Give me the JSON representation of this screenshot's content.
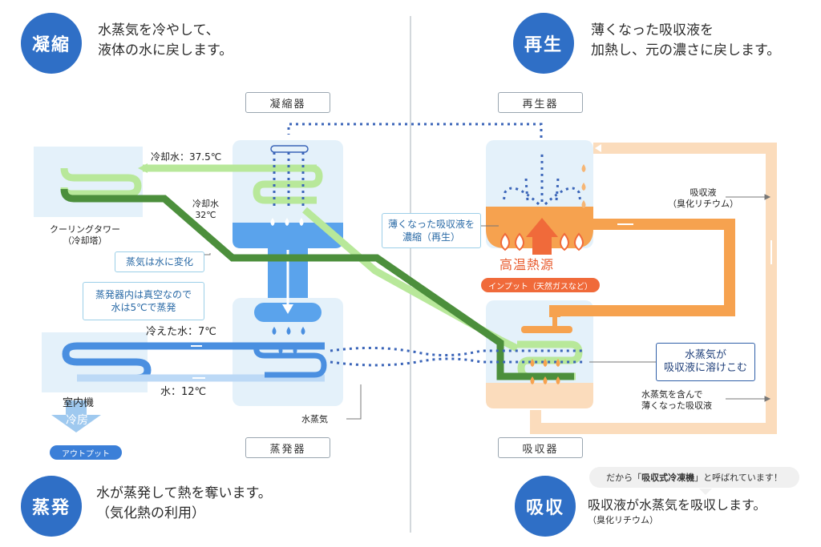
{
  "steps": {
    "condense": {
      "badge": "凝縮",
      "line1": "水蒸気を冷やして、",
      "line2": "液体の水に戻します。"
    },
    "regenerate": {
      "badge": "再生",
      "line1": "薄くなった吸収液を",
      "line2": "加熱し、元の濃さに戻します。"
    },
    "evaporate": {
      "badge": "蒸発",
      "line1": "水が蒸発して熱を奪います。",
      "line2": "（気化熱の利用）"
    },
    "absorb": {
      "badge": "吸収",
      "line1": "吸収液が水蒸気を吸収します。",
      "line2": "（臭化リチウム）"
    }
  },
  "units": {
    "condenser": "凝縮器",
    "regenerator": "再生器",
    "evaporator": "蒸発器",
    "absorber": "吸収器"
  },
  "labels": {
    "cooling_water_hot": "冷却水：37.5℃",
    "cooling_water_cold_1": "冷却水",
    "cooling_water_cold_2": "32℃",
    "cooling_tower_1": "クーリングタワー",
    "cooling_tower_2": "（冷却塔）",
    "chilled_water": "冷えた水：7℃",
    "return_water": "水：12℃",
    "indoor_unit": "室内機",
    "cooling": "冷房",
    "output": "アウトプット",
    "water_vapor": "水蒸気",
    "absorbent_1": "吸収液",
    "absorbent_2": "（臭化リチウム）",
    "diluted_1": "水蒸気を含んで",
    "diluted_2": "薄くなった吸収液",
    "heat_source": "高温熱源",
    "input": "インプット（天然ガスなど）"
  },
  "notes": {
    "steam_to_water": "蒸気は水に変化",
    "vacuum_1": "蒸発器内は真空なので",
    "vacuum_2": "水は5℃で蒸発",
    "concentrate_1": "薄くなった吸収液を",
    "concentrate_2": "濃縮（再生）",
    "dissolve_1": "水蒸気が",
    "dissolve_2": "吸収液に溶けこむ"
  },
  "callout": {
    "prefix": "だから「",
    "emphasis": "吸収式冷凍機",
    "suffix": "」と呼ばれています！"
  },
  "colors": {
    "accent": "#2f6fc6",
    "cooling_water": "#4c8f3c",
    "cooling_water_light": "#b8e89a",
    "chilled_water": "#4a8fe0",
    "absorbent": "#f6a24f",
    "absorbent_light": "#fbdcbc",
    "vapor_dots": "#3a64b8"
  }
}
